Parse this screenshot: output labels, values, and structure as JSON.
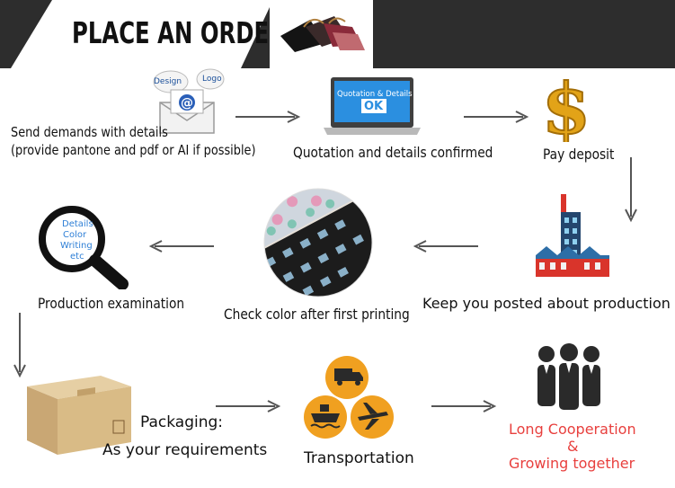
{
  "header": {
    "title": "PLACE AN ORDER"
  },
  "steps": {
    "demands": {
      "line1": "Send demands with details",
      "line2": "(provide pantone and pdf or AI if possible)",
      "icon_design": "Design",
      "icon_logo": "Logo"
    },
    "quotation": {
      "label": "Quotation and details confirmed",
      "screen_line": "Quotation & Details",
      "screen_ok": "OK"
    },
    "deposit": {
      "label": "Pay deposit",
      "icon": "$"
    },
    "posted": {
      "label": "Keep you posted about production"
    },
    "check": {
      "label": "Check color after first printing"
    },
    "examination": {
      "label": "Production examination",
      "lens": [
        "Details",
        "Color",
        "Writing",
        "etc"
      ]
    },
    "packaging": {
      "line1": "Packaging:",
      "line2": "As your requirements"
    },
    "transport": {
      "label": "Transportation"
    },
    "cooperation": {
      "line1": "Long Cooperation",
      "line2": "&",
      "line3": "Growing together"
    }
  },
  "colors": {
    "header_dark": "#2d2d2d",
    "arrow": "#555555",
    "accent_red": "#e8403e",
    "lens_blue": "#2e7fd6",
    "laptop_blue": "#2b8fe0",
    "coin_orange": "#f0a020",
    "box_tan": "#d7b98a"
  }
}
